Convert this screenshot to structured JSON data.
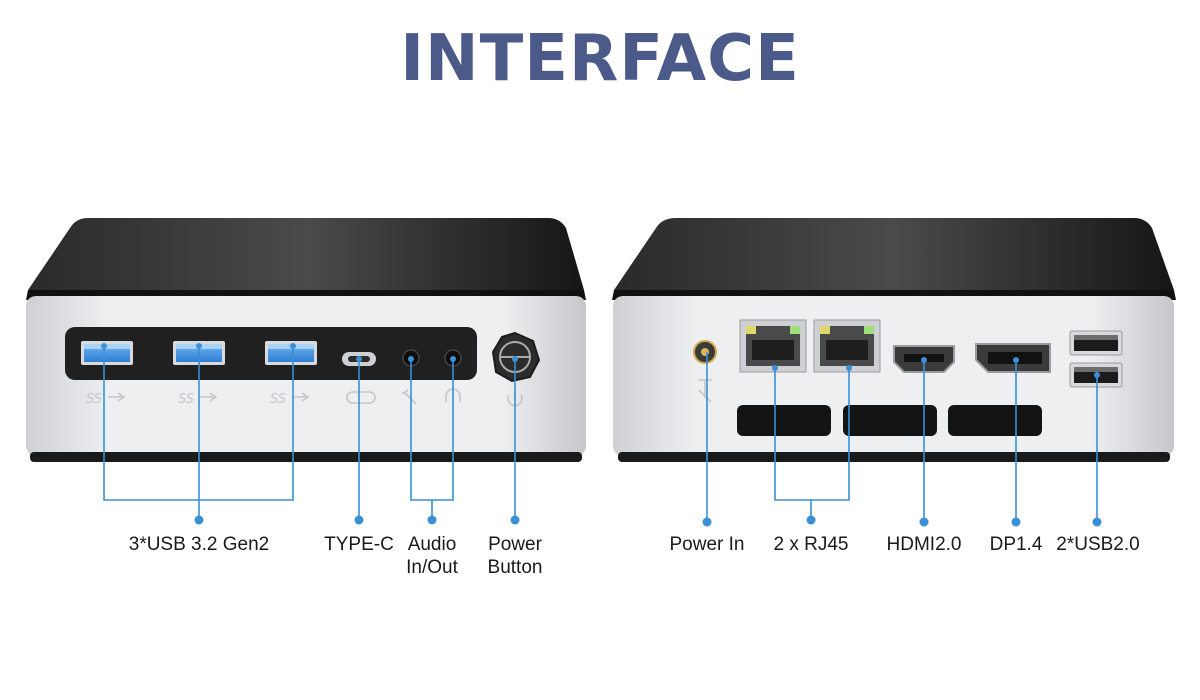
{
  "page": {
    "title": "INTERFACE"
  },
  "colors": {
    "title": "#4c5a8a",
    "callout_line": "#3a8fd6",
    "usb3_port": "#3c8fe0",
    "chassis_silver": "#e6e7e9",
    "top_black": "#1e1e1e",
    "front_panel": "#202020"
  },
  "front": {
    "port_marks": [
      "SS",
      "SS",
      "SS"
    ],
    "labels": {
      "usb": "3*USB 3.2 Gen2",
      "typec": "TYPE-C",
      "audio_line1": "Audio",
      "audio_line2": "In/Out",
      "power_line1": "Power",
      "power_line2": "Button"
    }
  },
  "rear": {
    "labels": {
      "power_in": "Power In",
      "rj45": "2 x RJ45",
      "hdmi": "HDMI2.0",
      "dp": "DP1.4",
      "usb2": "2*USB2.0"
    }
  },
  "icons": [
    "usb-ss-icon",
    "typec-icon",
    "microphone-icon",
    "headphone-icon",
    "power-icon",
    "dc-in-icon"
  ]
}
